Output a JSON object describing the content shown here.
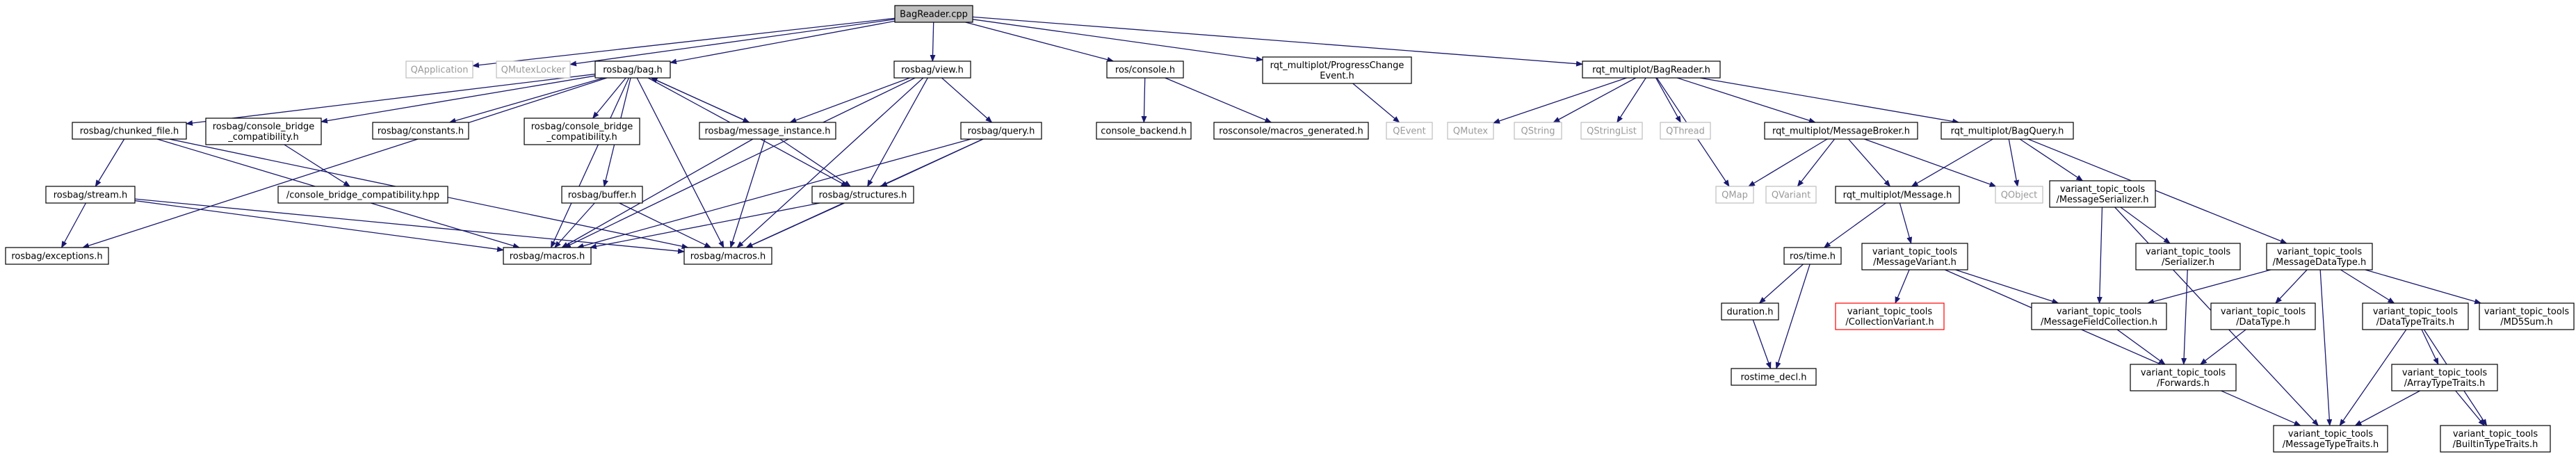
{
  "diagram": {
    "type": "include-dependency-graph",
    "colors": {
      "edge": "#191970",
      "root_fill": "#bfbfbf",
      "node_border": "#000000",
      "external_border": "#bfbfbf",
      "missing_border": "#ff0000"
    },
    "nodes": [
      {
        "id": "BagReader_cpp",
        "lines": [
          "BagReader.cpp"
        ],
        "kind": "root"
      },
      {
        "id": "QApplication",
        "lines": [
          "QApplication"
        ],
        "kind": "ext"
      },
      {
        "id": "QMutexLocker",
        "lines": [
          "QMutexLocker"
        ],
        "kind": "ext"
      },
      {
        "id": "rosbag_bag_h",
        "lines": [
          "rosbag/bag.h"
        ],
        "kind": "file"
      },
      {
        "id": "rosbag_view_h",
        "lines": [
          "rosbag/view.h"
        ],
        "kind": "file"
      },
      {
        "id": "ros_console_h",
        "lines": [
          "ros/console.h"
        ],
        "kind": "file"
      },
      {
        "id": "rqt_progress_h",
        "lines": [
          "rqt_multiplot/ProgressChange",
          "Event.h"
        ],
        "kind": "file"
      },
      {
        "id": "rqt_bagreader_h",
        "lines": [
          "rqt_multiplot/BagReader.h"
        ],
        "kind": "file"
      },
      {
        "id": "chunked_file_h",
        "lines": [
          "rosbag/chunked_file.h"
        ],
        "kind": "file"
      },
      {
        "id": "console_bridge_h1",
        "lines": [
          "rosbag/console_bridge",
          "_compatibility.h"
        ],
        "kind": "file"
      },
      {
        "id": "constants_h",
        "lines": [
          "rosbag/constants.h"
        ],
        "kind": "file"
      },
      {
        "id": "console_bridge_h2",
        "lines": [
          "rosbag/console_bridge",
          "_compatibility.h"
        ],
        "kind": "file"
      },
      {
        "id": "message_instance_h",
        "lines": [
          "rosbag/message_instance.h"
        ],
        "kind": "file"
      },
      {
        "id": "query_h",
        "lines": [
          "rosbag/query.h"
        ],
        "kind": "file"
      },
      {
        "id": "console_backend_h",
        "lines": [
          "console_backend.h"
        ],
        "kind": "file"
      },
      {
        "id": "macros_generated_h",
        "lines": [
          "rosconsole/macros_generated.h"
        ],
        "kind": "file"
      },
      {
        "id": "QEvent",
        "lines": [
          "QEvent"
        ],
        "kind": "ext"
      },
      {
        "id": "QMutex",
        "lines": [
          "QMutex"
        ],
        "kind": "ext"
      },
      {
        "id": "QString",
        "lines": [
          "QString"
        ],
        "kind": "ext"
      },
      {
        "id": "QStringList",
        "lines": [
          "QStringList"
        ],
        "kind": "ext"
      },
      {
        "id": "QThread",
        "lines": [
          "QThread"
        ],
        "kind": "ext"
      },
      {
        "id": "rqt_broker_h",
        "lines": [
          "rqt_multiplot/MessageBroker.h"
        ],
        "kind": "file"
      },
      {
        "id": "rqt_bagquery_h",
        "lines": [
          "rqt_multiplot/BagQuery.h"
        ],
        "kind": "file"
      },
      {
        "id": "cb_hpp",
        "lines": [
          "/console_bridge_compatibility.hpp"
        ],
        "kind": "file"
      },
      {
        "id": "stream_h",
        "lines": [
          "rosbag/stream.h"
        ],
        "kind": "file"
      },
      {
        "id": "buffer_h",
        "lines": [
          "rosbag/buffer.h"
        ],
        "kind": "file"
      },
      {
        "id": "structures_h",
        "lines": [
          "rosbag/structures.h"
        ],
        "kind": "file"
      },
      {
        "id": "QMap",
        "lines": [
          "QMap"
        ],
        "kind": "ext"
      },
      {
        "id": "QVariant",
        "lines": [
          "QVariant"
        ],
        "kind": "ext"
      },
      {
        "id": "rqt_message_h",
        "lines": [
          "rqt_multiplot/Message.h"
        ],
        "kind": "file"
      },
      {
        "id": "QObject",
        "lines": [
          "QObject"
        ],
        "kind": "ext"
      },
      {
        "id": "vtt_serializer_h",
        "lines": [
          "variant_topic_tools",
          "/MessageSerializer.h"
        ],
        "kind": "file"
      },
      {
        "id": "exceptions_h",
        "lines": [
          "rosbag/exceptions.h"
        ],
        "kind": "file"
      },
      {
        "id": "macros_h1",
        "lines": [
          "rosbag/macros.h"
        ],
        "kind": "file"
      },
      {
        "id": "macros_h2",
        "lines": [
          "rosbag/macros.h"
        ],
        "kind": "file"
      },
      {
        "id": "ros_time_h",
        "lines": [
          "ros/time.h"
        ],
        "kind": "file"
      },
      {
        "id": "vtt_msgvariant_h",
        "lines": [
          "variant_topic_tools",
          "/MessageVariant.h"
        ],
        "kind": "file"
      },
      {
        "id": "vtt_ser_h",
        "lines": [
          "variant_topic_tools",
          "/Serializer.h"
        ],
        "kind": "file"
      },
      {
        "id": "vtt_msgdatatype_h",
        "lines": [
          "variant_topic_tools",
          "/MessageDataType.h"
        ],
        "kind": "file"
      },
      {
        "id": "duration_h",
        "lines": [
          "duration.h"
        ],
        "kind": "file"
      },
      {
        "id": "vtt_collvariant_h",
        "lines": [
          "variant_topic_tools",
          "/CollectionVariant.h"
        ],
        "kind": "missing"
      },
      {
        "id": "vtt_fieldcoll_h",
        "lines": [
          "variant_topic_tools",
          "/MessageFieldCollection.h"
        ],
        "kind": "file"
      },
      {
        "id": "vtt_datatype_h",
        "lines": [
          "variant_topic_tools",
          "/DataType.h"
        ],
        "kind": "file"
      },
      {
        "id": "vtt_dttraits_h",
        "lines": [
          "variant_topic_tools",
          "/DataTypeTraits.h"
        ],
        "kind": "file"
      },
      {
        "id": "vtt_md5_h",
        "lines": [
          "variant_topic_tools",
          "/MD5Sum.h"
        ],
        "kind": "file"
      },
      {
        "id": "rostime_decl_h",
        "lines": [
          "rostime_decl.h"
        ],
        "kind": "file"
      },
      {
        "id": "vtt_forwards_h",
        "lines": [
          "variant_topic_tools",
          "/Forwards.h"
        ],
        "kind": "file"
      },
      {
        "id": "vtt_arraytraits_h",
        "lines": [
          "variant_topic_tools",
          "/ArrayTypeTraits.h"
        ],
        "kind": "file"
      },
      {
        "id": "vtt_msgtypetraits_h",
        "lines": [
          "variant_topic_tools",
          "/MessageTypeTraits.h"
        ],
        "kind": "file"
      },
      {
        "id": "vtt_builtintraits_h",
        "lines": [
          "variant_topic_tools",
          "/BuiltinTypeTraits.h"
        ],
        "kind": "file"
      }
    ],
    "edges": [
      [
        "BagReader_cpp",
        "QApplication"
      ],
      [
        "BagReader_cpp",
        "QMutexLocker"
      ],
      [
        "BagReader_cpp",
        "rosbag_bag_h"
      ],
      [
        "BagReader_cpp",
        "rosbag_view_h"
      ],
      [
        "BagReader_cpp",
        "ros_console_h"
      ],
      [
        "BagReader_cpp",
        "rqt_progress_h"
      ],
      [
        "BagReader_cpp",
        "rqt_bagreader_h"
      ],
      [
        "rosbag_bag_h",
        "chunked_file_h"
      ],
      [
        "rosbag_bag_h",
        "console_bridge_h1"
      ],
      [
        "rosbag_bag_h",
        "constants_h"
      ],
      [
        "rosbag_bag_h",
        "console_bridge_h2"
      ],
      [
        "rosbag_bag_h",
        "message_instance_h"
      ],
      [
        "rosbag_bag_h",
        "buffer_h"
      ],
      [
        "rosbag_bag_h",
        "structures_h"
      ],
      [
        "rosbag_bag_h",
        "exceptions_h"
      ],
      [
        "rosbag_bag_h",
        "macros_h1"
      ],
      [
        "rosbag_bag_h",
        "macros_h2"
      ],
      [
        "rosbag_view_h",
        "message_instance_h"
      ],
      [
        "rosbag_view_h",
        "query_h"
      ],
      [
        "rosbag_view_h",
        "structures_h"
      ],
      [
        "rosbag_view_h",
        "macros_h1"
      ],
      [
        "rosbag_view_h",
        "macros_h2"
      ],
      [
        "ros_console_h",
        "console_backend_h"
      ],
      [
        "ros_console_h",
        "macros_generated_h"
      ],
      [
        "rqt_progress_h",
        "QEvent"
      ],
      [
        "rqt_bagreader_h",
        "QMutex"
      ],
      [
        "rqt_bagreader_h",
        "QString"
      ],
      [
        "rqt_bagreader_h",
        "QStringList"
      ],
      [
        "rqt_bagreader_h",
        "QThread"
      ],
      [
        "rqt_bagreader_h",
        "QMap"
      ],
      [
        "rqt_bagreader_h",
        "rqt_broker_h"
      ],
      [
        "rqt_bagreader_h",
        "rqt_bagquery_h"
      ],
      [
        "chunked_file_h",
        "stream_h"
      ],
      [
        "chunked_file_h",
        "macros_h1"
      ],
      [
        "chunked_file_h",
        "macros_h2"
      ],
      [
        "console_bridge_h1",
        "cb_hpp"
      ],
      [
        "message_instance_h",
        "rosbag_bag_h"
      ],
      [
        "message_instance_h",
        "structures_h"
      ],
      [
        "message_instance_h",
        "macros_h1"
      ],
      [
        "message_instance_h",
        "macros_h2"
      ],
      [
        "query_h",
        "structures_h"
      ],
      [
        "query_h",
        "macros_h1"
      ],
      [
        "query_h",
        "macros_h2"
      ],
      [
        "stream_h",
        "exceptions_h"
      ],
      [
        "stream_h",
        "macros_h1"
      ],
      [
        "stream_h",
        "macros_h2"
      ],
      [
        "buffer_h",
        "macros_h1"
      ],
      [
        "buffer_h",
        "macros_h2"
      ],
      [
        "structures_h",
        "macros_h1"
      ],
      [
        "structures_h",
        "macros_h2"
      ],
      [
        "rqt_broker_h",
        "QMap"
      ],
      [
        "rqt_broker_h",
        "QVariant"
      ],
      [
        "rqt_broker_h",
        "rqt_message_h"
      ],
      [
        "rqt_broker_h",
        "QObject"
      ],
      [
        "rqt_bagquery_h",
        "rqt_message_h"
      ],
      [
        "rqt_bagquery_h",
        "QObject"
      ],
      [
        "rqt_bagquery_h",
        "vtt_serializer_h"
      ],
      [
        "rqt_bagquery_h",
        "vtt_msgdatatype_h"
      ],
      [
        "rqt_message_h",
        "ros_time_h"
      ],
      [
        "rqt_message_h",
        "vtt_msgvariant_h"
      ],
      [
        "vtt_serializer_h",
        "vtt_ser_h"
      ],
      [
        "vtt_serializer_h",
        "vtt_fieldcoll_h"
      ],
      [
        "vtt_serializer_h",
        "vtt_msgtypetraits_h"
      ],
      [
        "ros_time_h",
        "duration_h"
      ],
      [
        "ros_time_h",
        "rostime_decl_h"
      ],
      [
        "duration_h",
        "rostime_decl_h"
      ],
      [
        "vtt_msgvariant_h",
        "vtt_collvariant_h"
      ],
      [
        "vtt_msgvariant_h",
        "vtt_fieldcoll_h"
      ],
      [
        "vtt_msgvariant_h",
        "vtt_msgtypetraits_h"
      ],
      [
        "vtt_ser_h",
        "vtt_forwards_h"
      ],
      [
        "vtt_msgdatatype_h",
        "vtt_fieldcoll_h"
      ],
      [
        "vtt_msgdatatype_h",
        "vtt_datatype_h"
      ],
      [
        "vtt_msgdatatype_h",
        "vtt_dttraits_h"
      ],
      [
        "vtt_msgdatatype_h",
        "vtt_md5_h"
      ],
      [
        "vtt_msgdatatype_h",
        "vtt_msgtypetraits_h"
      ],
      [
        "vtt_fieldcoll_h",
        "vtt_forwards_h"
      ],
      [
        "vtt_datatype_h",
        "vtt_forwards_h"
      ],
      [
        "vtt_dttraits_h",
        "vtt_arraytraits_h"
      ],
      [
        "vtt_dttraits_h",
        "vtt_msgtypetraits_h"
      ],
      [
        "vtt_dttraits_h",
        "vtt_builtintraits_h"
      ],
      [
        "vtt_arraytraits_h",
        "vtt_msgtypetraits_h"
      ],
      [
        "vtt_arraytraits_h",
        "vtt_builtintraits_h"
      ]
    ]
  }
}
